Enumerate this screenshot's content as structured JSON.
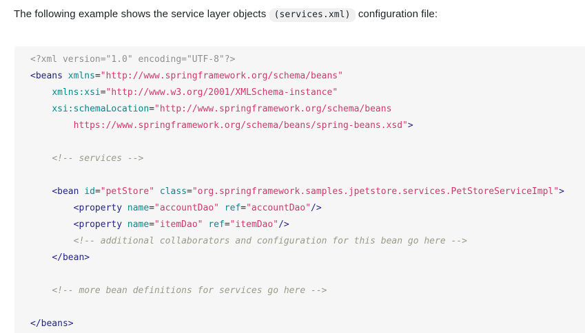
{
  "colors": {
    "body-text": "#1b1f23",
    "chip-bg": "#f0f0f0",
    "block-bg": "#f6f6f7",
    "code-text": "#333333",
    "tag": "#1f1f88",
    "attr": "#008b8b",
    "str": "#d2366b",
    "com": "#999988",
    "meta": "#8f8f8f"
  },
  "intro": {
    "before": "The following example shows the service layer objects ",
    "code": "(services.xml)",
    "after": " configuration file:"
  },
  "code": {
    "language": "xml",
    "filename_shown": "services.xml",
    "lines": [
      [
        {
          "c": "meta",
          "t": "<?xml version=\"1.0\" encoding=\"UTF-8\"?>"
        }
      ],
      [
        {
          "c": "tag",
          "t": "<beans"
        },
        {
          "c": "txt",
          "t": " "
        },
        {
          "c": "attr",
          "t": "xmlns"
        },
        {
          "c": "txt",
          "t": "="
        },
        {
          "c": "str",
          "t": "\"http://www.springframework.org/schema/beans\""
        }
      ],
      [
        {
          "c": "txt",
          "t": "    "
        },
        {
          "c": "attr",
          "t": "xmlns:xsi"
        },
        {
          "c": "txt",
          "t": "="
        },
        {
          "c": "str",
          "t": "\"http://www.w3.org/2001/XMLSchema-instance\""
        }
      ],
      [
        {
          "c": "txt",
          "t": "    "
        },
        {
          "c": "attr",
          "t": "xsi:schemaLocation"
        },
        {
          "c": "txt",
          "t": "="
        },
        {
          "c": "str",
          "t": "\"http://www.springframework.org/schema/beans"
        }
      ],
      [
        {
          "c": "txt",
          "t": "        "
        },
        {
          "c": "str",
          "t": "https://www.springframework.org/schema/beans/spring-beans.xsd\""
        },
        {
          "c": "tag",
          "t": ">"
        }
      ],
      [],
      [
        {
          "c": "txt",
          "t": "    "
        },
        {
          "c": "com",
          "t": "<!-- services -->"
        }
      ],
      [],
      [
        {
          "c": "txt",
          "t": "    "
        },
        {
          "c": "tag",
          "t": "<bean"
        },
        {
          "c": "txt",
          "t": " "
        },
        {
          "c": "attr",
          "t": "id"
        },
        {
          "c": "txt",
          "t": "="
        },
        {
          "c": "str",
          "t": "\"petStore\""
        },
        {
          "c": "txt",
          "t": " "
        },
        {
          "c": "attr",
          "t": "class"
        },
        {
          "c": "txt",
          "t": "="
        },
        {
          "c": "str",
          "t": "\"org.springframework.samples.jpetstore.services.PetStoreServiceImpl\""
        },
        {
          "c": "tag",
          "t": ">"
        }
      ],
      [
        {
          "c": "txt",
          "t": "        "
        },
        {
          "c": "tag",
          "t": "<property"
        },
        {
          "c": "txt",
          "t": " "
        },
        {
          "c": "attr",
          "t": "name"
        },
        {
          "c": "txt",
          "t": "="
        },
        {
          "c": "str",
          "t": "\"accountDao\""
        },
        {
          "c": "txt",
          "t": " "
        },
        {
          "c": "attr",
          "t": "ref"
        },
        {
          "c": "txt",
          "t": "="
        },
        {
          "c": "str",
          "t": "\"accountDao\""
        },
        {
          "c": "tag",
          "t": "/>"
        }
      ],
      [
        {
          "c": "txt",
          "t": "        "
        },
        {
          "c": "tag",
          "t": "<property"
        },
        {
          "c": "txt",
          "t": " "
        },
        {
          "c": "attr",
          "t": "name"
        },
        {
          "c": "txt",
          "t": "="
        },
        {
          "c": "str",
          "t": "\"itemDao\""
        },
        {
          "c": "txt",
          "t": " "
        },
        {
          "c": "attr",
          "t": "ref"
        },
        {
          "c": "txt",
          "t": "="
        },
        {
          "c": "str",
          "t": "\"itemDao\""
        },
        {
          "c": "tag",
          "t": "/>"
        }
      ],
      [
        {
          "c": "txt",
          "t": "        "
        },
        {
          "c": "com",
          "t": "<!-- additional collaborators and configuration for this bean go here -->"
        }
      ],
      [
        {
          "c": "txt",
          "t": "    "
        },
        {
          "c": "tag",
          "t": "</bean>"
        }
      ],
      [],
      [
        {
          "c": "txt",
          "t": "    "
        },
        {
          "c": "com",
          "t": "<!-- more bean definitions for services go here -->"
        }
      ],
      [],
      [
        {
          "c": "tag",
          "t": "</beans>"
        }
      ]
    ]
  }
}
